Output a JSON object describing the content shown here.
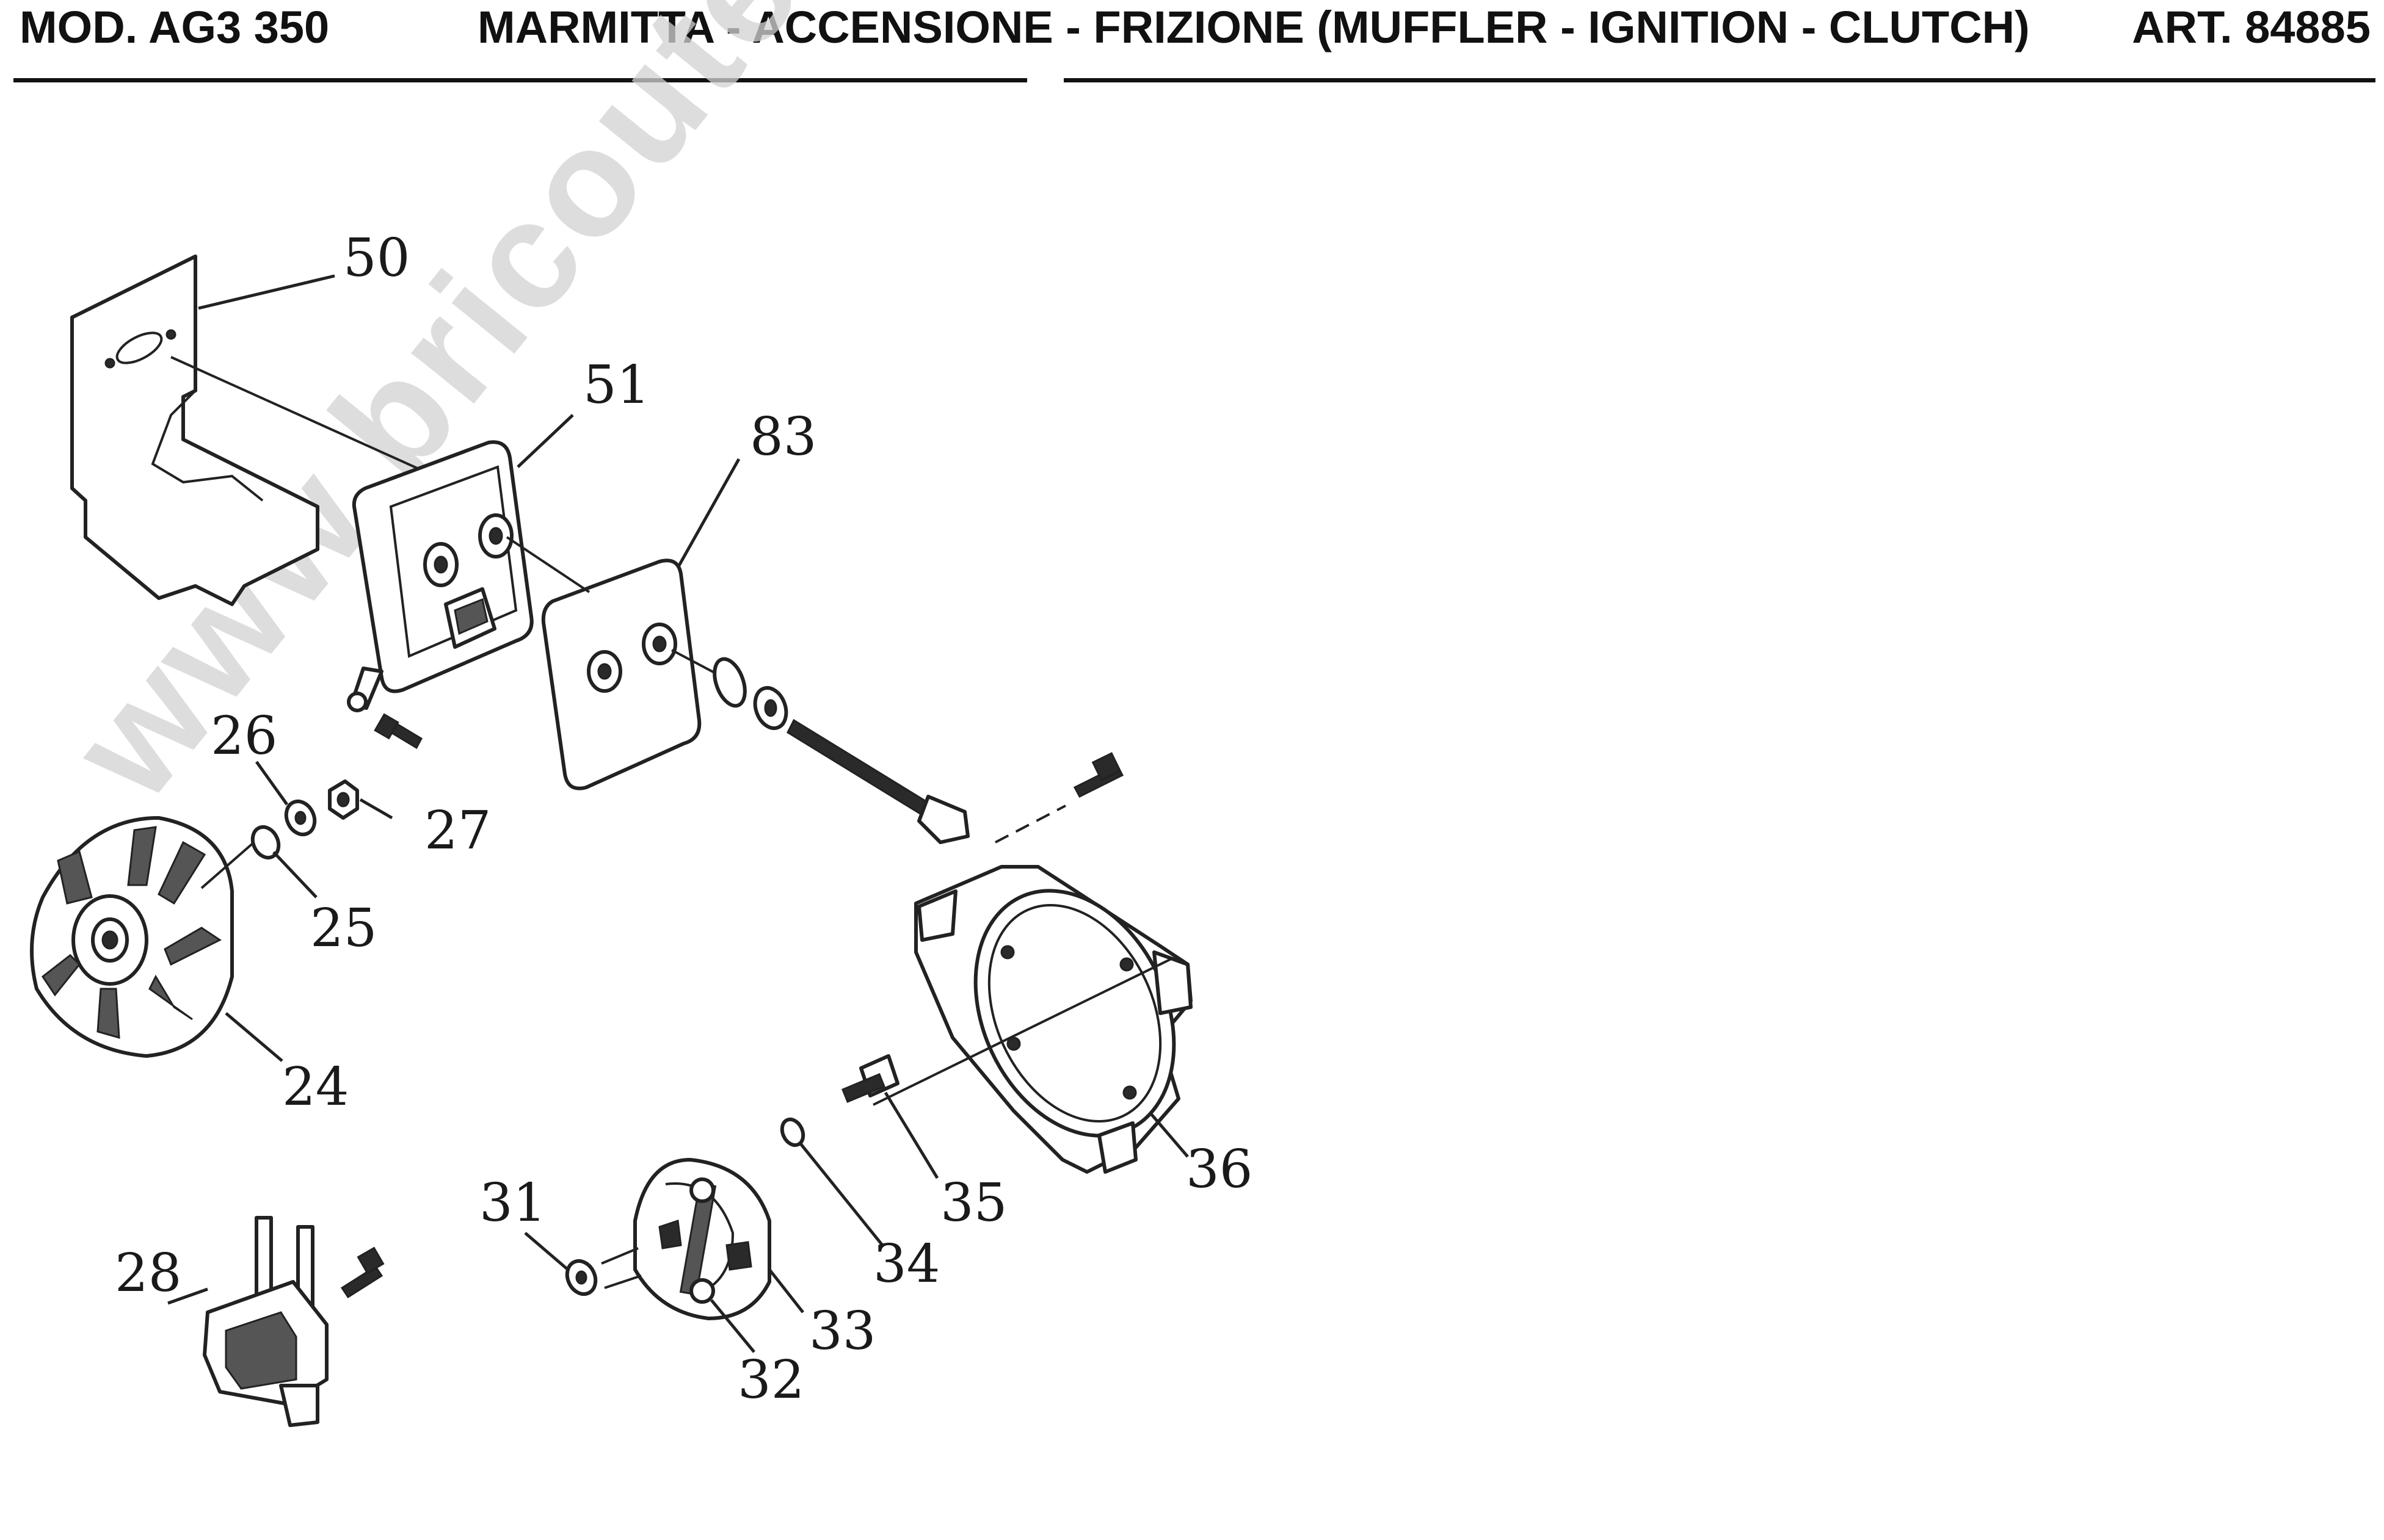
{
  "header": {
    "model": "MOD. AG3 350",
    "title": "MARMITTA - ACCENSIONE - FRIZIONE (MUFFLER - IGNITION - CLUTCH)",
    "article": "ART. 84885"
  },
  "parts": {
    "heat_shield": "50",
    "muffler": "51",
    "muffler_cover": "83",
    "flywheel_washer": "26",
    "flywheel_nut": "27",
    "flywheel_spacer": "25",
    "flywheel": "24",
    "ignition_coil": "28",
    "clutch_washer": "31",
    "clutch_spring": "32",
    "clutch": "33",
    "clutch_ring": "34",
    "clutch_bolt": "35",
    "clutch_housing": "36"
  },
  "watermark": "www.bricoutensili.com"
}
